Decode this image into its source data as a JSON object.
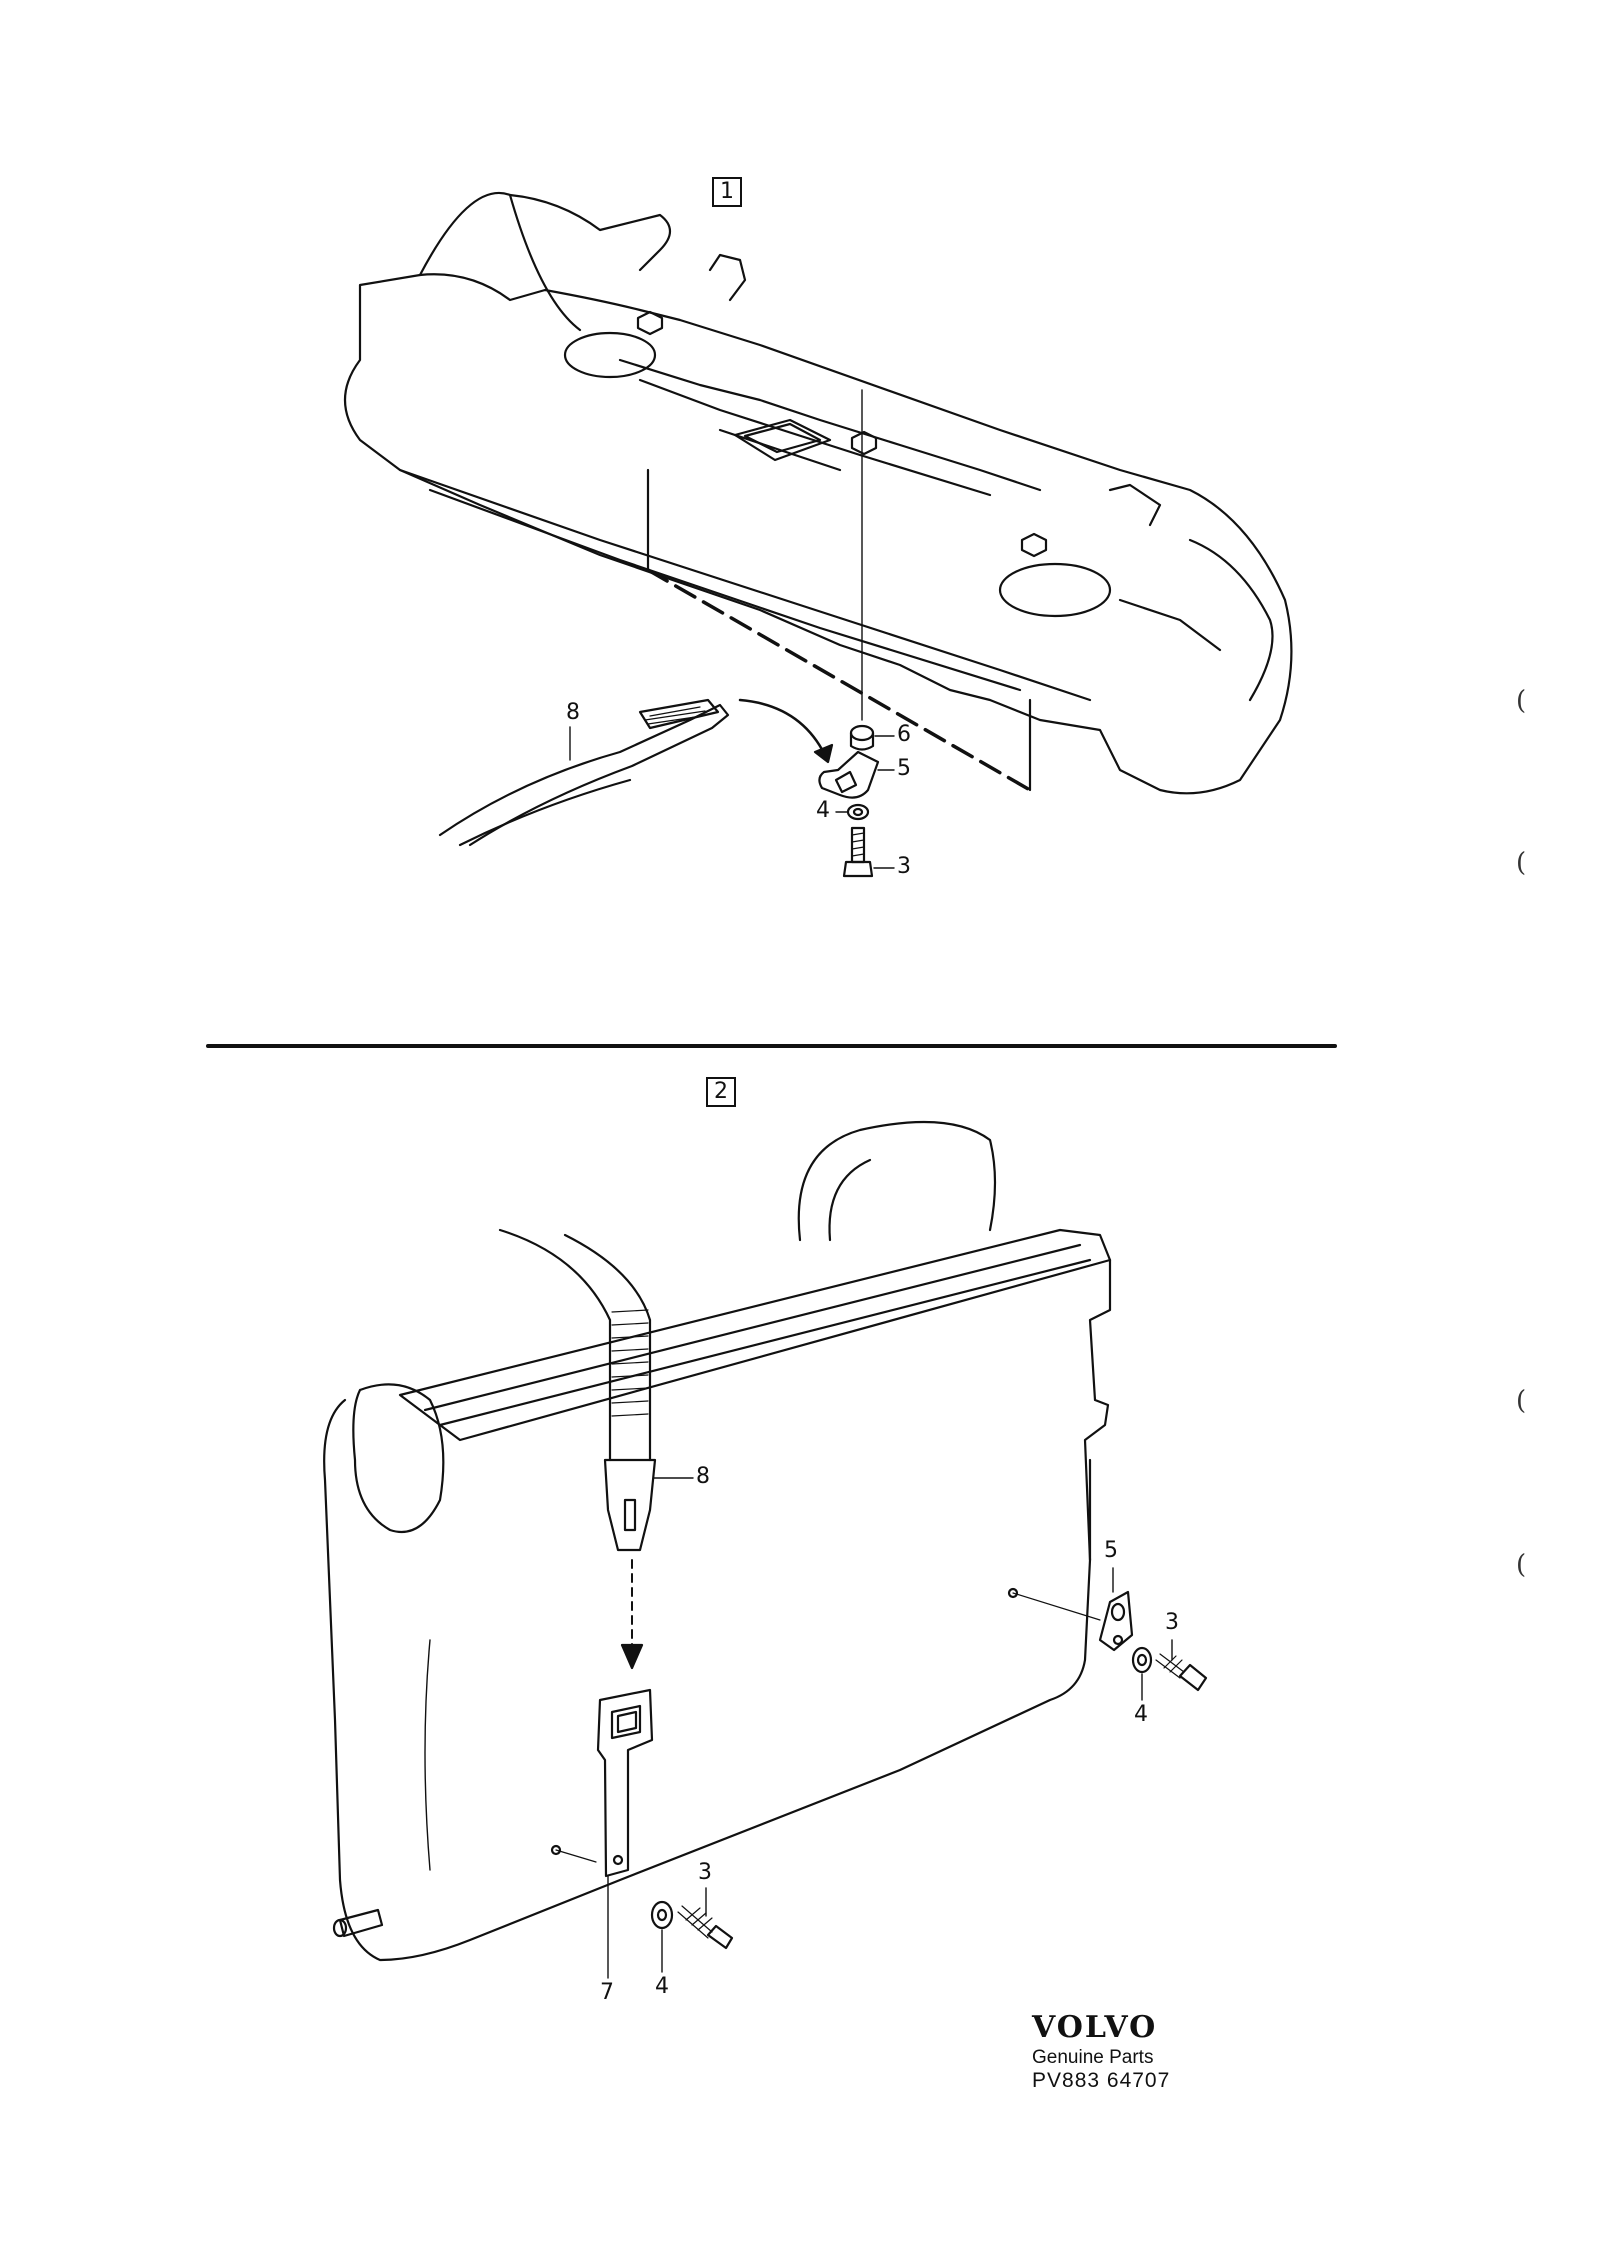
{
  "sections": [
    {
      "number": "1"
    },
    {
      "number": "2"
    }
  ],
  "callouts_section1": [
    "8",
    "6",
    "5",
    "4",
    "3"
  ],
  "callouts_section2": [
    "8",
    "5",
    "3",
    "4",
    "7",
    "4",
    "3"
  ],
  "brand": {
    "logo": "VOLVO",
    "subtitle": "Genuine Parts",
    "code": "PV883 64707"
  },
  "margin_marks": [
    "(",
    "(",
    "(",
    "("
  ]
}
